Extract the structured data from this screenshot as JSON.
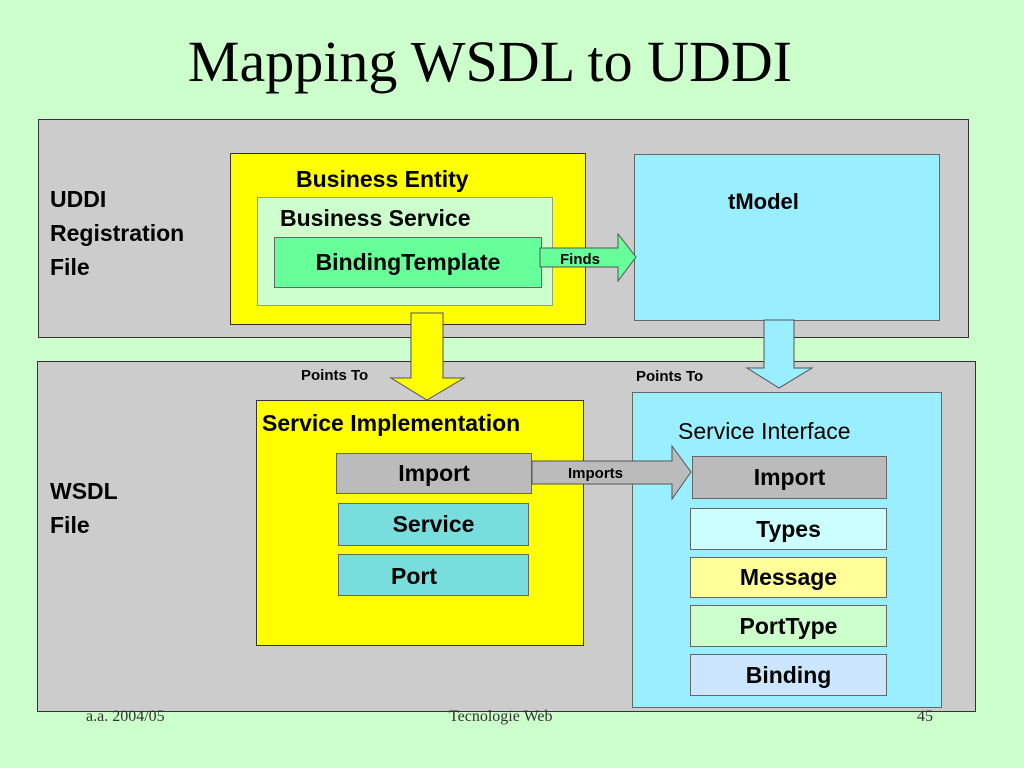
{
  "title": "Mapping WSDL to UDDI",
  "uddi": {
    "label_lines": [
      "UDDI",
      "Registration",
      "File"
    ],
    "business_entity": "Business Entity",
    "business_service": "Business Service",
    "binding_template": "BindingTemplate",
    "finds": "Finds",
    "tmodel": "tModel"
  },
  "connectors": {
    "points_to_left": "Points To",
    "points_to_right": "Points To",
    "imports": "Imports"
  },
  "wsdl": {
    "label_lines": [
      "WSDL",
      "File"
    ],
    "service_implementation": "Service Implementation",
    "impl_import": "Import",
    "impl_service": "Service",
    "impl_port": "Port",
    "service_interface": "Service Interface",
    "iface_import": "Import",
    "iface_types": "Types",
    "iface_message": "Message",
    "iface_porttype": "PortType",
    "iface_binding": "Binding"
  },
  "footer": {
    "left": "a.a. 2004/05",
    "center": "Tecnologie Web",
    "right": "45"
  },
  "colors": {
    "background": "#ccffcc",
    "panel": "#cccccc",
    "yellow": "#ffff00",
    "cyan": "#99eeff",
    "green_box": "#66ff99",
    "teal_box": "#77dddd",
    "gray_box": "#bbbbbb"
  }
}
